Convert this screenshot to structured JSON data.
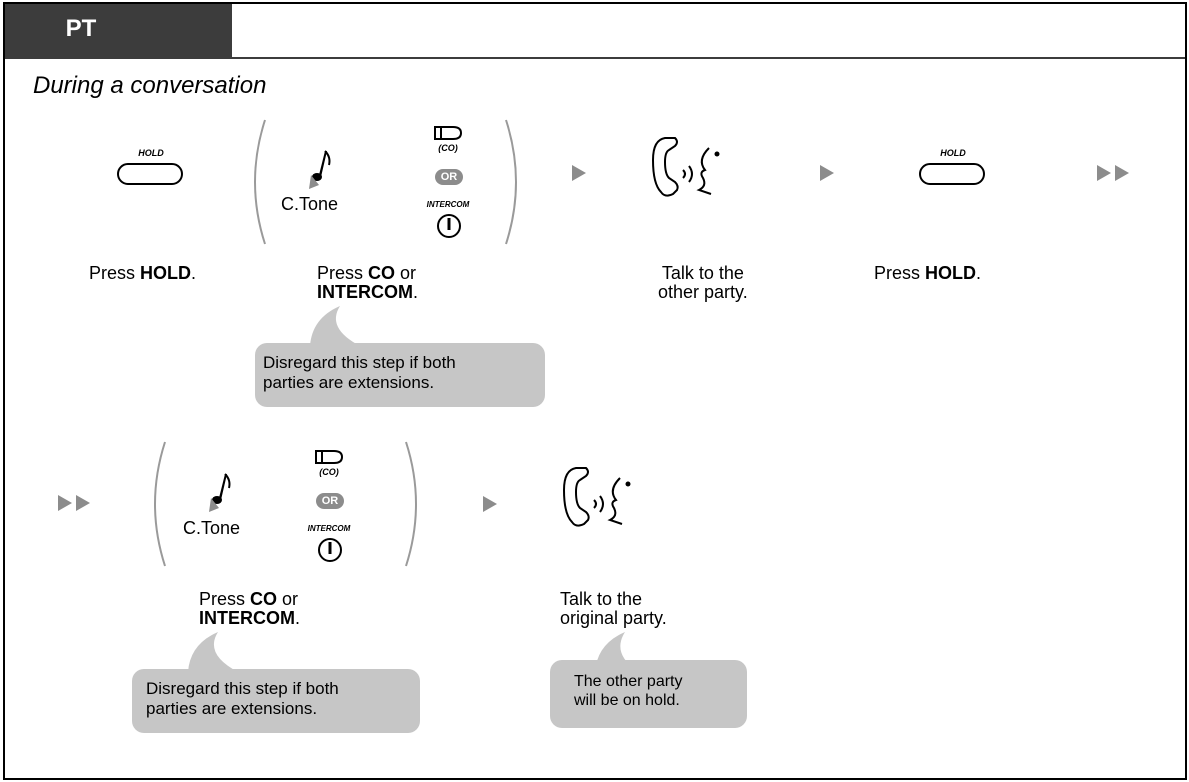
{
  "tab": {
    "label": "PT"
  },
  "subtitle": "During a conversation",
  "hold_key_label": "HOLD",
  "co_key_label": "(CO)",
  "or_label": "OR",
  "intercom_label": "INTERCOM",
  "tone_label": "C.Tone",
  "row1": {
    "step1": {
      "prefix": "Press ",
      "bold": "HOLD",
      "suffix": "."
    },
    "step2": {
      "line1_prefix": "Press ",
      "line1_bold": "CO",
      "line1_suffix": " or",
      "line2_bold": "INTERCOM",
      "line2_suffix": "."
    },
    "step3": {
      "line1": "Talk to the",
      "line2": "other party."
    },
    "step4": {
      "prefix": "Press ",
      "bold": "HOLD",
      "suffix": "."
    },
    "note": {
      "line1": "Disregard this step if both",
      "line2": "parties are extensions."
    }
  },
  "row2": {
    "step1": {
      "line1_prefix": "Press ",
      "line1_bold": "CO",
      "line1_suffix": " or",
      "line2_bold": "INTERCOM",
      "line2_suffix": "."
    },
    "step2": {
      "line1": "Talk to the",
      "line2": "original party."
    },
    "note1": {
      "line1": "Disregard this step if both",
      "line2": "parties are extensions."
    },
    "note2": {
      "line1": "The other party",
      "line2": "will be on hold."
    }
  },
  "icons": [
    "hold-key-icon",
    "music-note-icon",
    "co-key-icon",
    "intercom-key-icon",
    "handset-talk-icon",
    "arrow-right-icon",
    "double-arrow-icon"
  ]
}
